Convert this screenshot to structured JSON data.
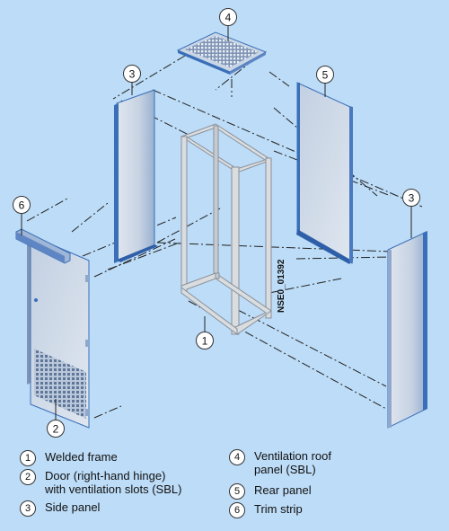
{
  "drawing": {
    "code": "NSE0_01392",
    "callouts": [
      "4",
      "3",
      "5",
      "3",
      "6",
      "1",
      "2"
    ]
  },
  "legend": [
    {
      "num": "1",
      "text": "Welded frame"
    },
    {
      "num": "2",
      "text": "Door (right-hand hinge)\nwith ventilation slots (SBL)"
    },
    {
      "num": "3",
      "text": "Side panel"
    },
    {
      "num": "4",
      "text": "Ventilation roof\npanel (SBL)"
    },
    {
      "num": "5",
      "text": "Rear panel"
    },
    {
      "num": "6",
      "text": "Trim strip"
    }
  ],
  "colors": {
    "background": "#bddcf7",
    "panel": "#c9d6e6",
    "panel_edge": "#3a6fb8",
    "frame": "#d9dde0"
  }
}
